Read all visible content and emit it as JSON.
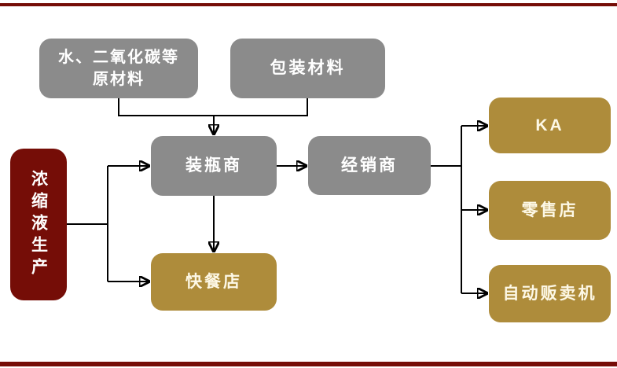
{
  "diagram": {
    "palette": {
      "maroon": "#750d07",
      "gray": "#8b8b8b",
      "gold": "#ae8c3b",
      "connector": "#000000",
      "node_text": "#ffffff"
    },
    "nodes": {
      "concentrate": {
        "label": "浓缩液生产"
      },
      "raw_materials": {
        "lines": [
          "水、二氧化碳等",
          "原材料"
        ]
      },
      "packaging": {
        "label": "包装材料"
      },
      "bottler": {
        "label": "装瓶商"
      },
      "distributor": {
        "label": "经销商"
      },
      "fast_food": {
        "label": "快餐店"
      },
      "ka": {
        "label": "KA"
      },
      "retail": {
        "label": "零售店"
      },
      "vending": {
        "label": "自动贩卖机"
      }
    },
    "edges": [
      {
        "from": "raw_materials",
        "to": "bottler"
      },
      {
        "from": "packaging",
        "to": "bottler"
      },
      {
        "from": "concentrate",
        "to": "bottler"
      },
      {
        "from": "concentrate",
        "to": "fast_food"
      },
      {
        "from": "bottler",
        "to": "fast_food"
      },
      {
        "from": "bottler",
        "to": "distributor"
      },
      {
        "from": "distributor",
        "to": "ka"
      },
      {
        "from": "distributor",
        "to": "retail"
      },
      {
        "from": "distributor",
        "to": "vending"
      }
    ]
  }
}
